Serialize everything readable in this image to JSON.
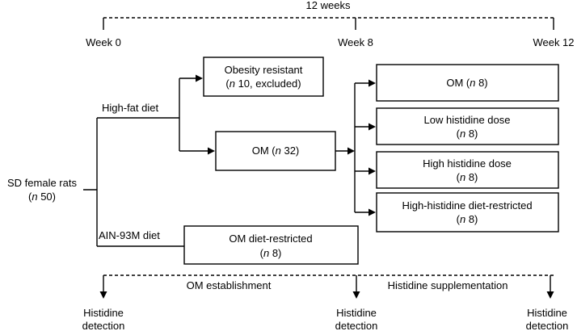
{
  "timeline": {
    "duration": "12 weeks",
    "week0": "Week 0",
    "week8": "Week 8",
    "week12": "Week 12"
  },
  "start": {
    "line1": "SD female rats",
    "n_italic": "n",
    "n_value": " 50)"
  },
  "branches": {
    "high_fat": "High-fat diet",
    "ain": "AIN-93M diet"
  },
  "boxes": {
    "obesity_resistant": {
      "title": "Obesity resistant",
      "n": "n",
      "detail": " 10, excluded)"
    },
    "om32": {
      "label": "OM (",
      "n": "n",
      "detail": " 32)"
    },
    "om_diet_restricted": {
      "title": "OM diet-restricted",
      "n": "n",
      "detail": " 8)"
    },
    "om8": {
      "label": "OM (",
      "n": "n",
      "detail": " 8)"
    },
    "low_histidine": {
      "title": "Low histidine dose",
      "n": "n",
      "detail": " 8)"
    },
    "high_histidine": {
      "title": "High histidine dose",
      "n": "n",
      "detail": " 8)"
    },
    "high_histidine_restricted": {
      "title": "High-histidine diet-restricted",
      "n": "n",
      "detail": " 8)"
    }
  },
  "phases": {
    "om_establishment": "OM establishment",
    "histidine_supplementation": "Histidine supplementation"
  },
  "detection": {
    "line1": "Histidine",
    "line2": "detection"
  }
}
